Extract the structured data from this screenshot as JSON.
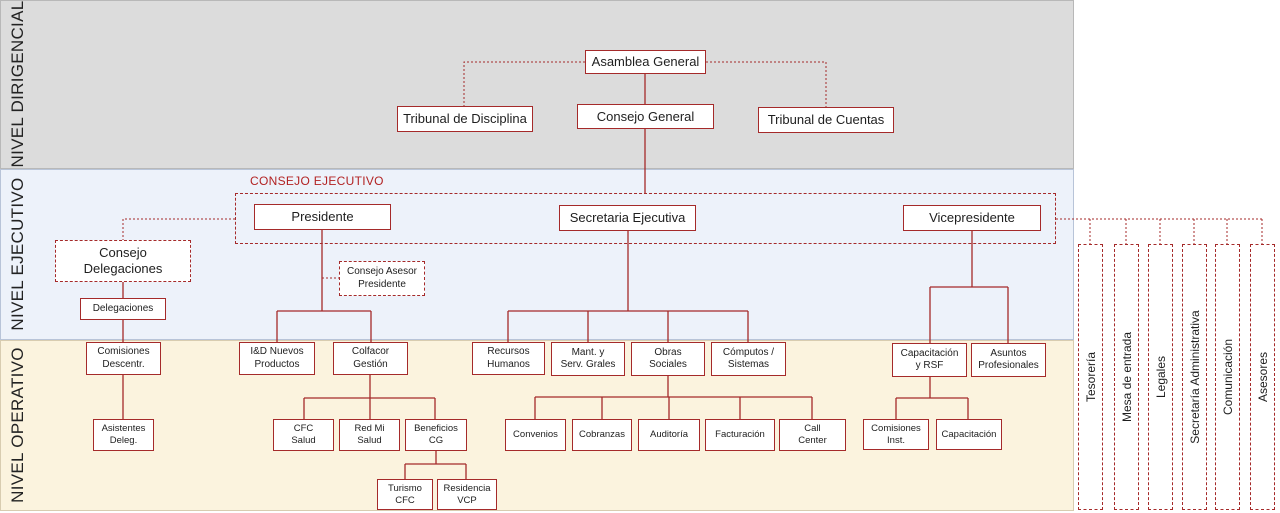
{
  "levels": {
    "dirigencial": "NIVEL DIRIGENCIAL",
    "ejecutivo": "NIVEL EJECUTIVO",
    "operativo": "NIVEL OPERATIVO"
  },
  "consejo_ejecutivo_label": "CONSEJO EJECUTIVO",
  "nodes": {
    "asamblea": "Asamblea General",
    "tribunal_disciplina": "Tribunal de Disciplina",
    "consejo_general": "Consejo General",
    "tribunal_cuentas": "Tribunal de Cuentas",
    "presidente": "Presidente",
    "secretaria_ejecutiva": "Secretaria Ejecutiva",
    "vicepresidente": "Vicepresidente",
    "consejo_delegaciones": "Consejo\nDelegaciones",
    "consejo_asesor": "Consejo Asesor\nPresidente",
    "delegaciones": "Delegaciones",
    "comisiones_descentr": "Comisiones\nDescentr.",
    "asistentes": "Asistentes\nDeleg.",
    "id_nuevos": "I&D Nuevos\nProductos",
    "colfacor": "Colfacor\nGestión",
    "cfc_salud": "CFC\nSalud",
    "red_mi_salud": "Red Mi\nSalud",
    "beneficios": "Beneficios\nCG",
    "turismo": "Turismo\nCFC",
    "residencia": "Residencia\nVCP",
    "rrhh": "Recursos\nHumanos",
    "mant": "Mant. y\nServ. Grales",
    "obras": "Obras\nSociales",
    "computos": "Cómputos /\nSistemas",
    "convenios": "Convenios",
    "cobranzas": "Cobranzas",
    "auditoria": "Auditoría",
    "facturacion": "Facturación",
    "call_center": "Call\nCenter",
    "capacitacion_rsf": "Capacitación\ny RSF",
    "asuntos": "Asuntos\nProfesionales",
    "comisiones_inst": "Comisiones\nInst.",
    "capacitacion": "Capacitación"
  },
  "side_units": [
    "Tesorería",
    "Mesa de entrada",
    "Legales",
    "Secretaría Administrativa",
    "Comunicación",
    "Asesores"
  ],
  "colors": {
    "accent": "#a52a2a",
    "dirigencial_band": "#dcdcdc",
    "ejecutivo_band": "#edf2fa",
    "operativo_band": "#fbf3de"
  }
}
